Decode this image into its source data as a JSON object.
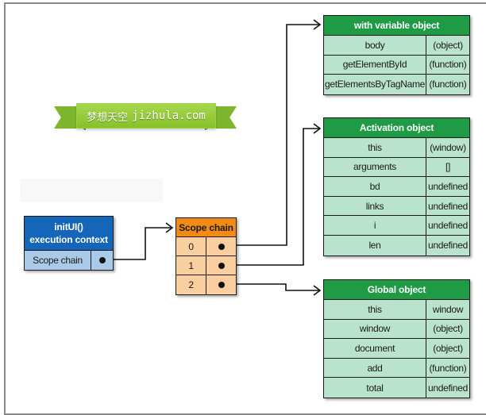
{
  "banner": {
    "chinese_text": "梦想天空",
    "site_text": "jizhula.com"
  },
  "execution_context": {
    "title_line1": "initUI()",
    "title_line2": "execution context",
    "row_label": "Scope chain",
    "row_value_icon": "pointer-dot",
    "color": "#1565b9"
  },
  "scope_chain": {
    "title": "Scope chain",
    "color": "#f28a16",
    "entries": [
      {
        "index": "0",
        "points_to": "with variable object"
      },
      {
        "index": "1",
        "points_to": "Activation object"
      },
      {
        "index": "2",
        "points_to": "Global object"
      }
    ]
  },
  "with_object": {
    "title": "with variable object",
    "color": "#1f9a45",
    "rows": [
      {
        "name": "body",
        "value": "(object)"
      },
      {
        "name": "getElementById",
        "value": "(function)"
      },
      {
        "name": "getElementsByTagName",
        "value": "(function)"
      }
    ]
  },
  "activation_object": {
    "title": "Activation object",
    "color": "#1f9a45",
    "rows": [
      {
        "name": "this",
        "value": "(window)"
      },
      {
        "name": "arguments",
        "value": "[]"
      },
      {
        "name": "bd",
        "value": "undefined"
      },
      {
        "name": "links",
        "value": "undefined"
      },
      {
        "name": "i",
        "value": "undefined"
      },
      {
        "name": "len",
        "value": "undefined"
      }
    ]
  },
  "global_object": {
    "title": "Global object",
    "color": "#1f9a45",
    "rows": [
      {
        "name": "this",
        "value": "window"
      },
      {
        "name": "window",
        "value": "(object)"
      },
      {
        "name": "document",
        "value": "(object)"
      },
      {
        "name": "add",
        "value": "(function)"
      },
      {
        "name": "total",
        "value": "undefined"
      }
    ]
  }
}
